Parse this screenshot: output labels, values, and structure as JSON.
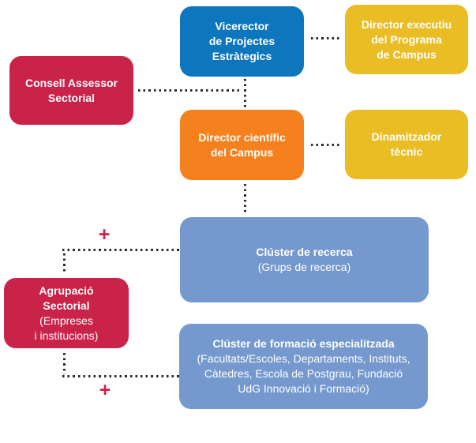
{
  "diagram": {
    "type": "org-chart",
    "colors": {
      "blue": "#0e76bd",
      "yellow": "#e9bd23",
      "crimson": "#c9234a",
      "orange": "#f5801e",
      "light_blue": "#7598cf",
      "connector_dots": "#2a2a2a",
      "text": "#ffffff"
    },
    "nodes": {
      "vicerector": {
        "color": "#0e76bd",
        "lines": [
          "Vicerector",
          "de Projectes",
          "Estràtegics"
        ]
      },
      "director_executiu": {
        "color": "#e9bd23",
        "lines": [
          "Director executiu",
          "del Programa",
          "de Campus"
        ]
      },
      "consell_assessor": {
        "color": "#c9234a",
        "lines": [
          "Consell Assessor",
          "Sectorial"
        ]
      },
      "director_cientific": {
        "color": "#f5801e",
        "lines": [
          "Director científic",
          "del Campus"
        ]
      },
      "dinamitzador": {
        "color": "#e9bd23",
        "lines": [
          "Dinamitzador",
          "tècnic"
        ]
      },
      "cluster_recerca": {
        "color": "#7598cf",
        "title": "Clúster de recerca",
        "details": [
          "(Grups de recerca)"
        ]
      },
      "agrupacio": {
        "color": "#c9234a",
        "bold_lines": [
          "Agrupació",
          "Sectorial"
        ],
        "detail_lines": [
          "(Empreses",
          "i institucions)"
        ]
      },
      "cluster_formacio": {
        "color": "#7598cf",
        "title": "Clúster de formació especialitzada",
        "details": [
          "(Facultats/Escoles, Departaments, Instituts,",
          "Càtedres, Escola de Postgrau, Fundació",
          "UdG Innovació i Formació)"
        ]
      }
    },
    "plus_top": "+",
    "plus_bottom": "+"
  }
}
